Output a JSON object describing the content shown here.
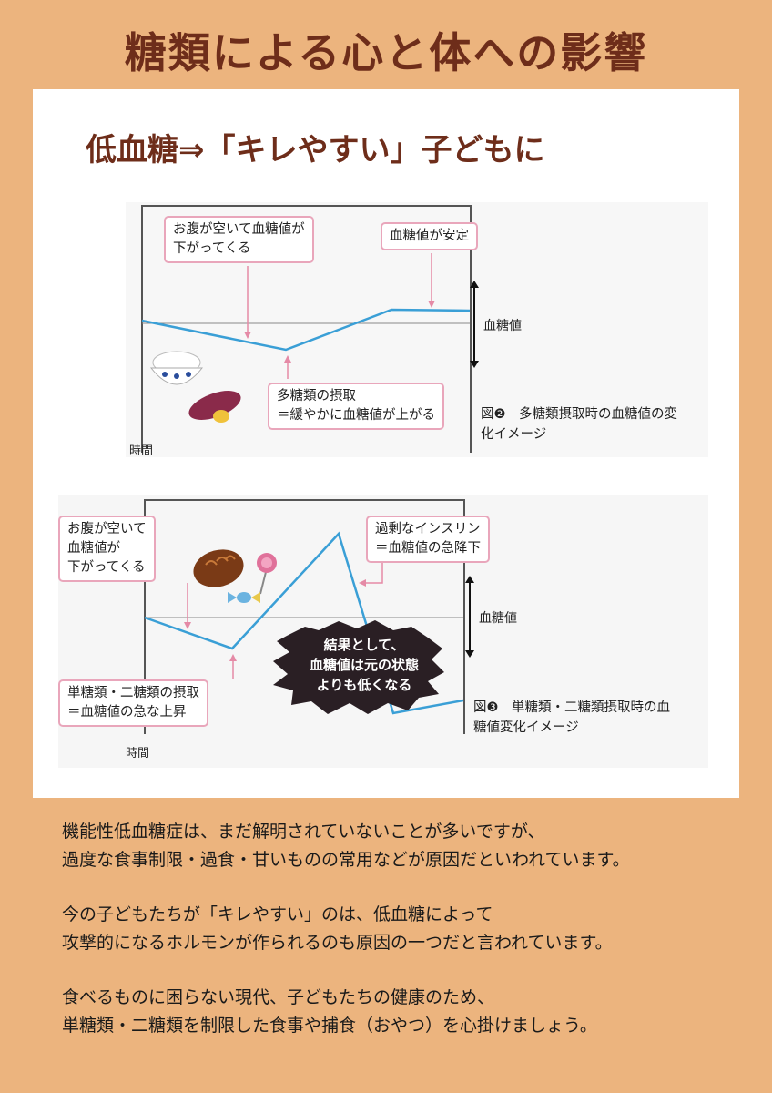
{
  "title": "糖類による心と体への影響",
  "subtitle": "低血糖⇒「キレやすい」子どもに",
  "figure1": {
    "callout_top_left": [
      "お腹が空いて血糖値が",
      "下がってくる"
    ],
    "callout_top_right": "血糖値が安定",
    "callout_bottom": [
      "多糖類の摂取",
      "＝緩やかに血糖値が上がる"
    ],
    "axis_label": "血糖値",
    "time_label": "時間",
    "caption": [
      "図❷　多糖類摂取時の血糖値の変",
      "化イメージ"
    ]
  },
  "figure2": {
    "callout_top_left": [
      "お腹が空いて",
      "血糖値が",
      "下がってくる"
    ],
    "callout_top_right": [
      "過剰なインスリン",
      "＝血糖値の急降下"
    ],
    "callout_bottom_left": [
      "単糖類・二糖類の摂取",
      "＝血糖値の急な上昇"
    ],
    "burst": [
      "結果として、",
      "血糖値は元の状態",
      "よりも低くなる"
    ],
    "axis_label": "血糖値",
    "time_label": "時間",
    "caption": [
      "図❸　単糖類・二糖類摂取時の血",
      "糖値変化イメージ"
    ]
  },
  "paragraphs": [
    [
      "機能性低血糖症は、まだ解明されていないことが多いですが、",
      "過度な食事制限・過食・甘いものの常用などが原因だといわれています。"
    ],
    [
      "今の子どもたちが「キレやすい」のは、低血糖によって",
      "攻撃的になるホルモンが作られるのも原因の一つだと言われています。"
    ],
    [
      "食べるものに困らない現代、子どもたちの健康のため、",
      "単糖類・二糖類を制限した食事や捕食（おやつ）を心掛けましょう。"
    ]
  ],
  "colors": {
    "background": "#ecb47e",
    "title": "#6e2d1a",
    "curve": "#3a9fd6",
    "callout_border": "#e9a6bb",
    "arrow": "#e58aa6"
  }
}
